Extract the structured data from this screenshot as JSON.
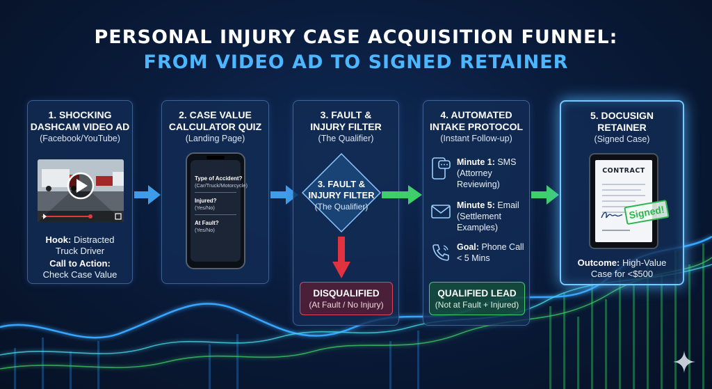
{
  "title": {
    "line1": "PERSONAL INJURY CASE ACQUISITION FUNNEL:",
    "line2": "FROM VIDEO AD TO SIGNED RETAINER"
  },
  "colors": {
    "accent_blue": "#4cb6ff",
    "arrow_blue": "#3e9ce8",
    "arrow_green": "#3fcf6a",
    "arrow_red": "#e0323f",
    "card_border_highlight": "#79c8ff"
  },
  "steps": [
    {
      "title_l1": "1. SHOCKING",
      "title_l2": "DASHCAM VIDEO AD",
      "subtitle": "(Facebook/YouTube)",
      "icon": "dashcam-video-play-icon",
      "hook_label": "Hook:",
      "hook_text": "Distracted",
      "hook_text2": "Truck Driver",
      "cta_label": "Call to Action:",
      "cta_text": "Check Case Value"
    },
    {
      "title_l1": "2. CASE VALUE",
      "title_l2": "CALCULATOR QUIZ",
      "subtitle": "(Landing Page)",
      "icon": "smartphone-icon",
      "questions": [
        {
          "q": "Type of Accident?",
          "a": "(Car/Truck/Motorcycle)"
        },
        {
          "q": "Injured?",
          "a": "(Yes/No)"
        },
        {
          "q": "At Fault?",
          "a": "(Yes/No)"
        }
      ]
    },
    {
      "title_l1": "3. FAULT &",
      "title_l2": "INJURY FILTER",
      "subtitle": "(The Qualifier)",
      "diamond_l1": "3. FAULT &",
      "diamond_l2": "INJURY FILTER",
      "diamond_sub": "(The Qualifier)",
      "reject_title": "DISQUALIFIED",
      "reject_sub": "(At Fault / No Injury)"
    },
    {
      "title_l1": "4. AUTOMATED",
      "title_l2": "INTAKE PROTOCOL",
      "subtitle": "(Instant Follow-up)",
      "items": [
        {
          "icon": "sms-chat-icon",
          "label": "Minute 1:",
          "text": "SMS",
          "text2": "(Attorney",
          "text3": "Reviewing)"
        },
        {
          "icon": "envelope-icon",
          "label": "Minute 5:",
          "text": "Email",
          "text2": "(Settlement",
          "text3": "Examples)"
        },
        {
          "icon": "phone-call-icon",
          "label": "Goal:",
          "text": "Phone Call",
          "text2": "< 5 Mins",
          "text3": ""
        }
      ],
      "pass_title": "QUALIFIED LEAD",
      "pass_sub": "(Not at Fault + Injured)"
    },
    {
      "title_l1": "5. DOCUSIGN",
      "title_l2": "RETAINER",
      "subtitle": "(Signed Case)",
      "icon": "tablet-contract-icon",
      "contract_label": "CONTRACT",
      "stamp_label": "Signed!",
      "outcome_label": "Outcome:",
      "outcome_text": "High-Value",
      "outcome_text2": "Case for <$500"
    }
  ]
}
